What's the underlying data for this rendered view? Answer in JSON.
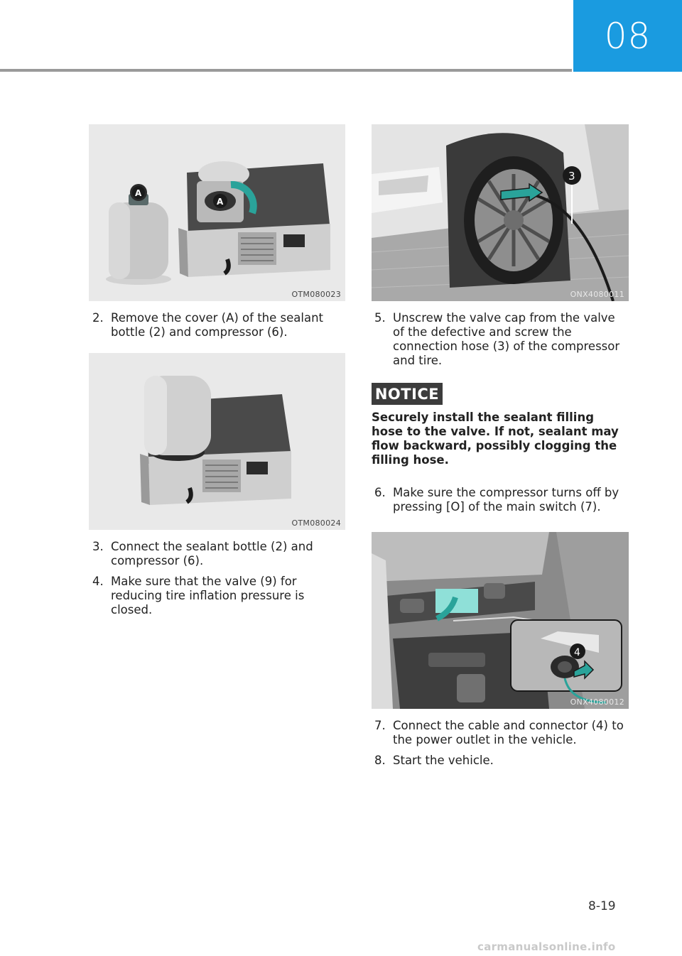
{
  "header": {
    "chapter": "08",
    "accent_color": "#1a9be0"
  },
  "figures": [
    {
      "code": "OTM080023",
      "label": "A",
      "depicts": [
        "sealant-bottle",
        "compressor",
        "cover-a"
      ]
    },
    {
      "code": "OTM080024",
      "depicts": [
        "sealant-bottle",
        "compressor"
      ]
    },
    {
      "code": "ONX4080011",
      "label": "3",
      "depicts": [
        "vehicle-wheel",
        "connection-hose"
      ]
    },
    {
      "code": "ONX4080012",
      "label": "4",
      "depicts": [
        "center-console",
        "power-outlet"
      ]
    }
  ],
  "steps_left": [
    {
      "num": "2.",
      "text": "Remove the cover (A) of the sealant bottle (2) and compressor (6)."
    },
    {
      "num": "3.",
      "text": "Connect the sealant bottle (2) and compressor (6)."
    },
    {
      "num": "4.",
      "text": "Make sure that the valve (9) for reducing tire inflation pressure is closed."
    }
  ],
  "steps_right_top": [
    {
      "num": "5.",
      "text": "Unscrew the valve cap from the valve of the defective and screw the connection hose (3) of the compressor and tire."
    }
  ],
  "notice": {
    "badge": "NOTICE",
    "text": "Securely install the sealant filling hose to the valve. If not, sealant may flow backward, possibly clogging the filling hose."
  },
  "steps_right_mid": [
    {
      "num": "6.",
      "text": "Make sure the compressor turns off by pressing [O] of the main switch (7)."
    }
  ],
  "steps_right_bottom": [
    {
      "num": "7.",
      "text": "Connect the cable and connector (4) to the power outlet in the vehicle."
    },
    {
      "num": "8.",
      "text": "Start the vehicle."
    }
  ],
  "page_number": "8-19",
  "watermark": "carmanualsonline.info"
}
